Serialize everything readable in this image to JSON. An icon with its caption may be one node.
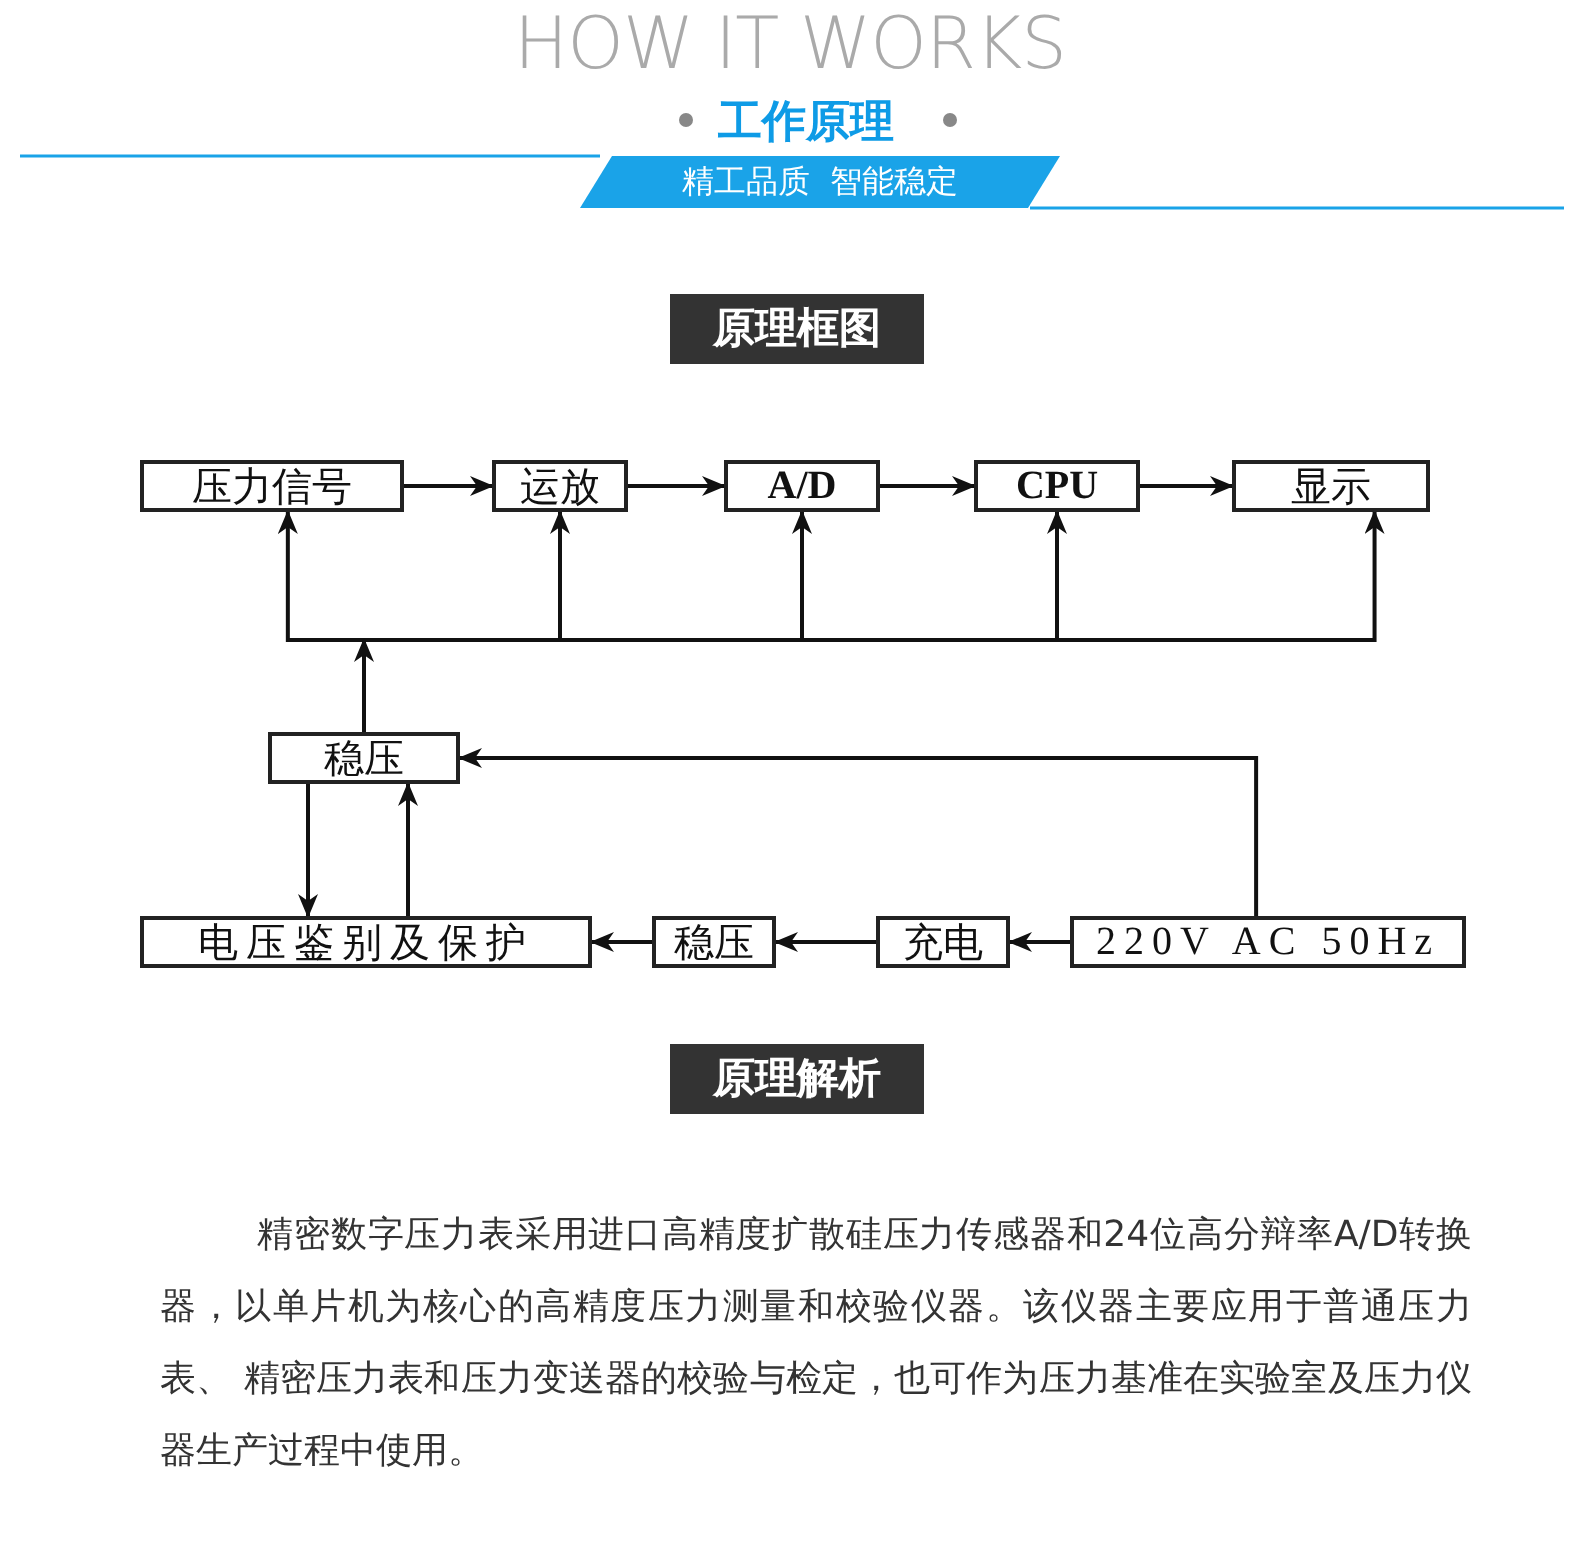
{
  "diagram": {
    "title": "HOW IT WORKS",
    "nodes": [
      {
        "text": [
          "压力信号"
        ]
      },
      {
        "text": [
          "运放"
        ]
      },
      {
        "text": [
          "A/D"
        ]
      },
      {
        "text": [
          "CPU"
        ]
      },
      {
        "text": [
          "显示"
        ]
      },
      {
        "text": [
          "稳压"
        ]
      },
      {
        "text": [
          "电压鉴别及保护"
        ]
      },
      {
        "text": [
          "稳压"
        ]
      },
      {
        "text": [
          "充电"
        ]
      },
      {
        "text": [
          "220V AC 50Hz"
        ]
      }
    ],
    "edges": [
      {
        "from": 0,
        "to": 1,
        "arrow": "to"
      },
      {
        "from": 1,
        "to": 2,
        "arrow": "to"
      },
      {
        "from": 2,
        "to": 3,
        "arrow": "to"
      },
      {
        "from": 3,
        "to": 4,
        "arrow": "to"
      },
      {
        "from": 5,
        "to": 0,
        "arrow": "to"
      },
      {
        "from": 5,
        "to": 1,
        "arrow": "to"
      },
      {
        "from": 5,
        "to": 2,
        "arrow": "to"
      },
      {
        "from": 5,
        "to": 3,
        "arrow": "to"
      },
      {
        "from": 5,
        "to": 4,
        "arrow": "to"
      },
      {
        "from": 9,
        "to": 5,
        "arrow": "to"
      },
      {
        "from": 5,
        "to": 6,
        "arrow": "to"
      },
      {
        "from": 6,
        "to": 5,
        "arrow": "to"
      },
      {
        "from": 9,
        "to": 8,
        "arrow": "to"
      },
      {
        "from": 8,
        "to": 7,
        "arrow": "to"
      },
      {
        "from": 7,
        "to": 6,
        "arrow": "to"
      }
    ],
    "labels": [
      "工作原理",
      "精工品质  智能稳定",
      "原理框图",
      "原理解析",
      "精密数字压力表采用进口高精度扩散硅压力传感器和24位高分辩率A/D转换器，以单片机为核心的高精度压力测量和校验仪器。该仪器主要应用于普通压力表、 精密压力表和压力变送器的校验与检定，也可作为压力基准在实验室及压力仪器生产过程中使用。"
    ]
  }
}
